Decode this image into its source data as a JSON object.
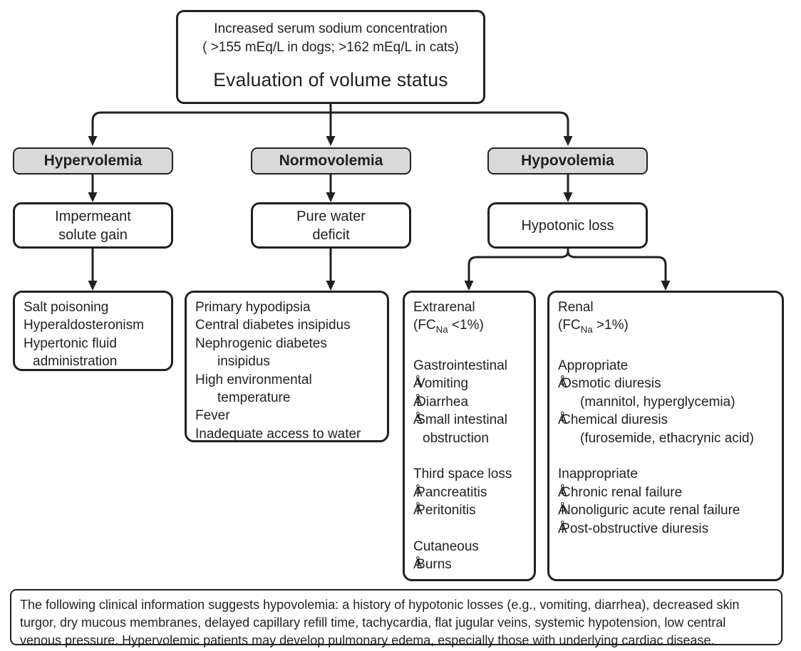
{
  "colors": {
    "line_and_border": "#231f20",
    "branch_fill": "#d9d9d9",
    "background": "#ffffff"
  },
  "bullet_char": "Å",
  "root": {
    "line1": "Increased serum sodium concentration",
    "line2": "( >155 mEq/L in dogs; >162 mEq/L in cats)",
    "title": "Evaluation of volume status"
  },
  "volume_labels": {
    "hypervolemia": "Hypervolemia",
    "normovolemia": "Normovolemia",
    "hypovolemia": "Hypovolemia"
  },
  "mechanisms": {
    "impermeant": [
      "Impermeant",
      "solute gain"
    ],
    "pure_water": [
      "Pure water",
      "deficit"
    ],
    "hypotonic": [
      "Hypotonic loss"
    ]
  },
  "causes": {
    "hypervolemia": [
      "Salt poisoning",
      "Hyperaldosteronism",
      "Hypertonic fluid",
      {
        "t": "administration",
        "i": 1
      }
    ],
    "normovolemia": [
      "Primary hypodipsia",
      "Central diabetes insipidus",
      "Nephrogenic diabetes",
      {
        "t": "insipidus",
        "i": 2
      },
      "High environmental",
      {
        "t": "temperature",
        "i": 2
      },
      "Fever",
      "Inadequate access to water"
    ],
    "extrarenal": [
      "Extrarenal",
      {
        "parts": [
          {
            "t": "(FC"
          },
          {
            "t": "Na",
            "sub": true
          },
          {
            "t": " <1%)"
          }
        ]
      },
      "",
      "Gastrointestinal",
      {
        "t": "Vomiting",
        "b": true
      },
      {
        "t": "Diarrhea",
        "b": true
      },
      {
        "t": "Small intestinal",
        "b": true
      },
      {
        "t": "obstruction",
        "i": 1
      },
      "",
      "Third space loss",
      {
        "t": "Pancreatitis",
        "b": true
      },
      {
        "t": "Peritonitis",
        "b": true
      },
      "",
      "Cutaneous",
      {
        "t": "Burns",
        "b": true
      }
    ],
    "renal": [
      "Renal",
      {
        "parts": [
          {
            "t": "(FC"
          },
          {
            "t": "Na",
            "sub": true
          },
          {
            "t": " >1%)"
          }
        ]
      },
      "",
      "Appropriate",
      {
        "t": "Osmotic diuresis",
        "b": true
      },
      {
        "t": "(mannitol, hyperglycemia)",
        "i": 2
      },
      {
        "t": "Chemical diuresis",
        "b": true
      },
      {
        "t": "(furosemide, ethacrynic acid)",
        "i": 2
      },
      "",
      "Inappropriate",
      {
        "t": "Chronic renal failure",
        "b": true
      },
      {
        "t": "Nonoliguric acute renal failure",
        "b": true
      },
      {
        "t": "Post-obstructive diuresis",
        "b": true
      }
    ]
  },
  "footnote_lines": [
    "The following clinical information suggests hypovolemia: a history of hypotonic losses (e.g., vomiting, diarrhea), decreased skin",
    "turgor, dry mucous membranes, delayed capillary refill time, tachycardia, flat jugular veins, systemic hypotension, low central",
    "venous pressure. Hypervolemic patients may develop pulmonary edema, especially those with underlying cardiac disease."
  ],
  "footnote_full": "The following clinical information suggests hypovolemia: a history of hypotonic losses (e.g., vomiting, diarrhea), decreased skin turgor, dry mucous membranes, delayed capillary refill time, tachycardia, flat jugular veins, systemic hypotension, low central venous pressure. Hypervolemic patients may develop pulmonary edema, especially those with underlying cardiac disease."
}
